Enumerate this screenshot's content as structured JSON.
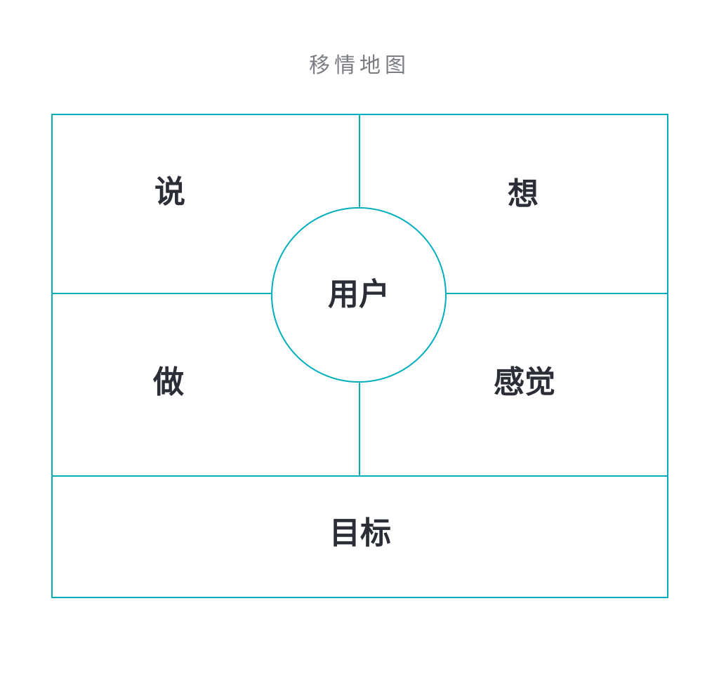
{
  "title": "移情地图",
  "empathy_map": {
    "quadrants": [
      {
        "id": "say",
        "label": "说"
      },
      {
        "id": "think",
        "label": "想"
      },
      {
        "id": "do",
        "label": "做"
      },
      {
        "id": "feel",
        "label": "感觉"
      }
    ],
    "center": {
      "label": "用户"
    },
    "bottom": {
      "label": "目标"
    }
  },
  "theme": {
    "line_color": "#00AEBC",
    "label_color": "#2B2E36",
    "title_color": "#7A7D81",
    "background": "#FFFFFF"
  }
}
